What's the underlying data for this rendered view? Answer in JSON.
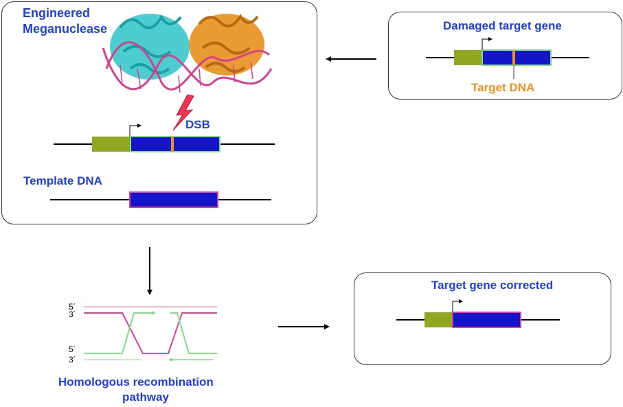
{
  "top_left_panel": {
    "enzyme_label_line1": "Engineered",
    "enzyme_label_line2": "Meganuclease",
    "dsb_label": "DSB",
    "template_label": "Template DNA"
  },
  "top_right_panel": {
    "title": "Damaged target gene",
    "target_label": "Target DNA"
  },
  "pathway": {
    "strand_labels": [
      "5´",
      "3´",
      "5´",
      "3´"
    ],
    "label_line1": "Homologous recombination",
    "label_line2": "pathway"
  },
  "result_panel": {
    "title": "Target gene corrected"
  },
  "colors": {
    "promoter_green": "#8fa81f",
    "exon_blue": "#1414c8",
    "mutation_orange": "#f0901e",
    "template_border_pink": "#e0409a",
    "target_border_green": "#7fe07f",
    "title_blue": "#1f3ee0",
    "dna_magenta": "#d4408f",
    "protein_cyan": "#33c9c9",
    "protein_orange": "#e8901e",
    "lightning_red": "#ee3355"
  }
}
